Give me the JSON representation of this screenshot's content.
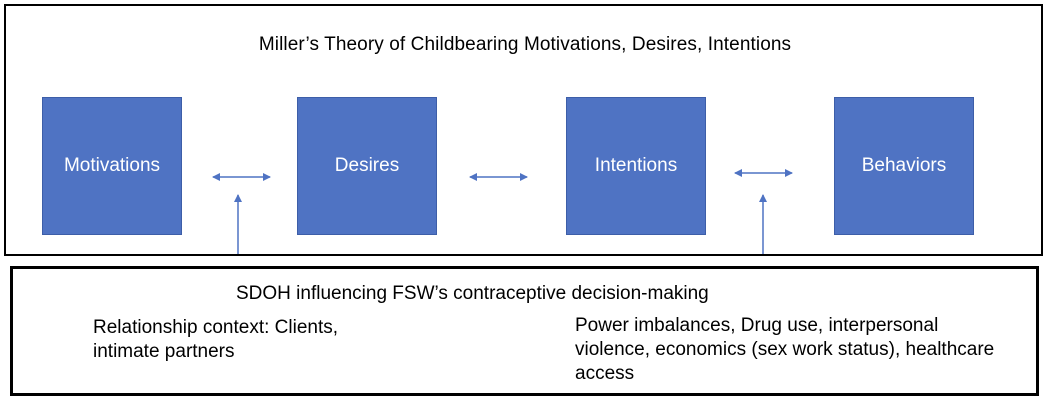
{
  "diagram": {
    "title": "Miller’s Theory of Childbearing Motivations, Desires, Intentions",
    "boxes": [
      {
        "label": "Motivations"
      },
      {
        "label": "Desires"
      },
      {
        "label": "Intentions"
      },
      {
        "label": "Behaviors"
      }
    ],
    "box_color": "#4f73c3",
    "arrow_color": "#4f73c3"
  },
  "sdoh": {
    "title": "SDOH influencing FSW’s contraceptive decision-making",
    "left_text": "Relationship context: Clients, intimate partners",
    "right_text": "Power imbalances, Drug use, interpersonal violence, economics (sex work status), healthcare access"
  }
}
